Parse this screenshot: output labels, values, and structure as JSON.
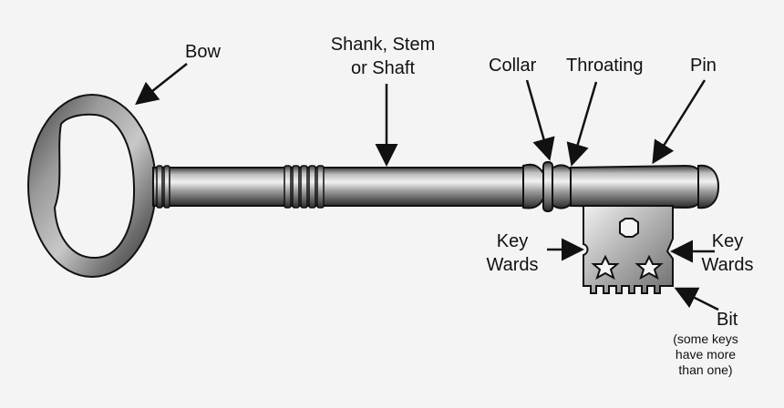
{
  "labels": {
    "bow": "Bow",
    "shank_line1": "Shank, Stem",
    "shank_line2": "or Shaft",
    "collar": "Collar",
    "throating": "Throating",
    "pin": "Pin",
    "key_wards_left_line1": "Key",
    "key_wards_left_line2": "Wards",
    "key_wards_right_line1": "Key",
    "key_wards_right_line2": "Wards",
    "bit": "Bit",
    "bit_note_line1": "(some keys",
    "bit_note_line2": "have more",
    "bit_note_line3": "than one)"
  },
  "colors": {
    "background": "#f4f4f4",
    "metal_dark": "#2e2e2e",
    "metal_mid": "#8a8a8a",
    "metal_light": "#e6e6e6",
    "outline": "#111111"
  }
}
